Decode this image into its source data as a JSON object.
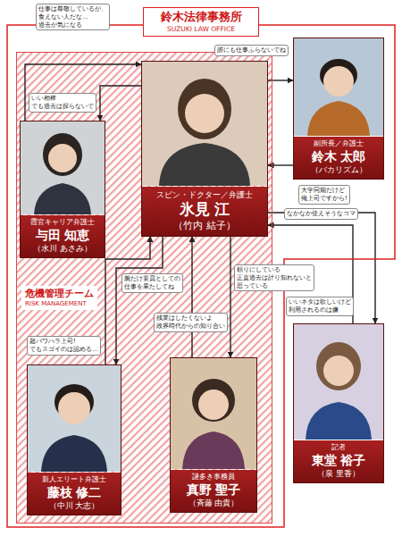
{
  "diagram": {
    "nodes": [
      {
        "text": [
          "鈴木法律事務所",
          "SUZUKI LAW OFFICE"
        ]
      },
      {
        "text": [
          "危機管理チーム",
          "RISK MANAGEMENT"
        ],
        "in": 0
      },
      {
        "text": [
          "スピン・ドクター／弁護士",
          "氷見 江",
          "（竹内 結子）"
        ],
        "in": 1
      },
      {
        "text": [
          "霞官キャリア弁護士",
          "与田 知恵",
          "（水川 あさみ）"
        ],
        "in": 1
      },
      {
        "text": [
          "新人エリート弁護士",
          "藤枝 修二",
          "（中川 大志）"
        ],
        "in": 1
      },
      {
        "text": [
          "謎多き事務員",
          "真野 聖子",
          "（斉藤 由貴）"
        ],
        "in": 1
      },
      {
        "text": [
          "副所長／弁護士",
          "鈴木 太郎",
          "（バカリズム）"
        ],
        "in": 0
      },
      {
        "text": [
          "記者",
          "東堂 裕子",
          "（泉 里香）"
        ]
      }
    ],
    "edges": [
      {
        "from": 2,
        "to": 6,
        "label": "誰にも仕事ふらないでね",
        "arrow": "to"
      },
      {
        "from": 6,
        "to": 2,
        "label": "大学同期だけど 俺上司ですから!",
        "arrow": "to"
      },
      {
        "from": 3,
        "to": 2,
        "label": "仕事は尊敬しているが、 食えない人だな… 過去が気になる",
        "arrow": "to"
      },
      {
        "from": 2,
        "to": 3,
        "label": "いい相棒 でも過去は探らないで",
        "arrow": "to"
      },
      {
        "from": 2,
        "to": 7,
        "label": "なかなか使えそうなコマ",
        "arrow": "to"
      },
      {
        "from": 7,
        "to": 2,
        "label": "いいネタは欲しいけど 利用されるのは嫌",
        "arrow": "to"
      },
      {
        "from": 4,
        "to": 2,
        "label": "超パワハラ上司! でもスゴイのは認める…",
        "arrow": "to"
      },
      {
        "from": 2,
        "to": 4,
        "label": "腕だけ要員としての 仕事を果たしてね",
        "arrow": "to"
      },
      {
        "from": 2,
        "to": 5,
        "label": "頼りにしている 正直過去は計り知れないと 思っている",
        "arrow": "to"
      },
      {
        "from": 5,
        "to": 2,
        "label": "残業はしたくないよ 政界時代からの知り合い",
        "arrow": "to"
      }
    ]
  }
}
